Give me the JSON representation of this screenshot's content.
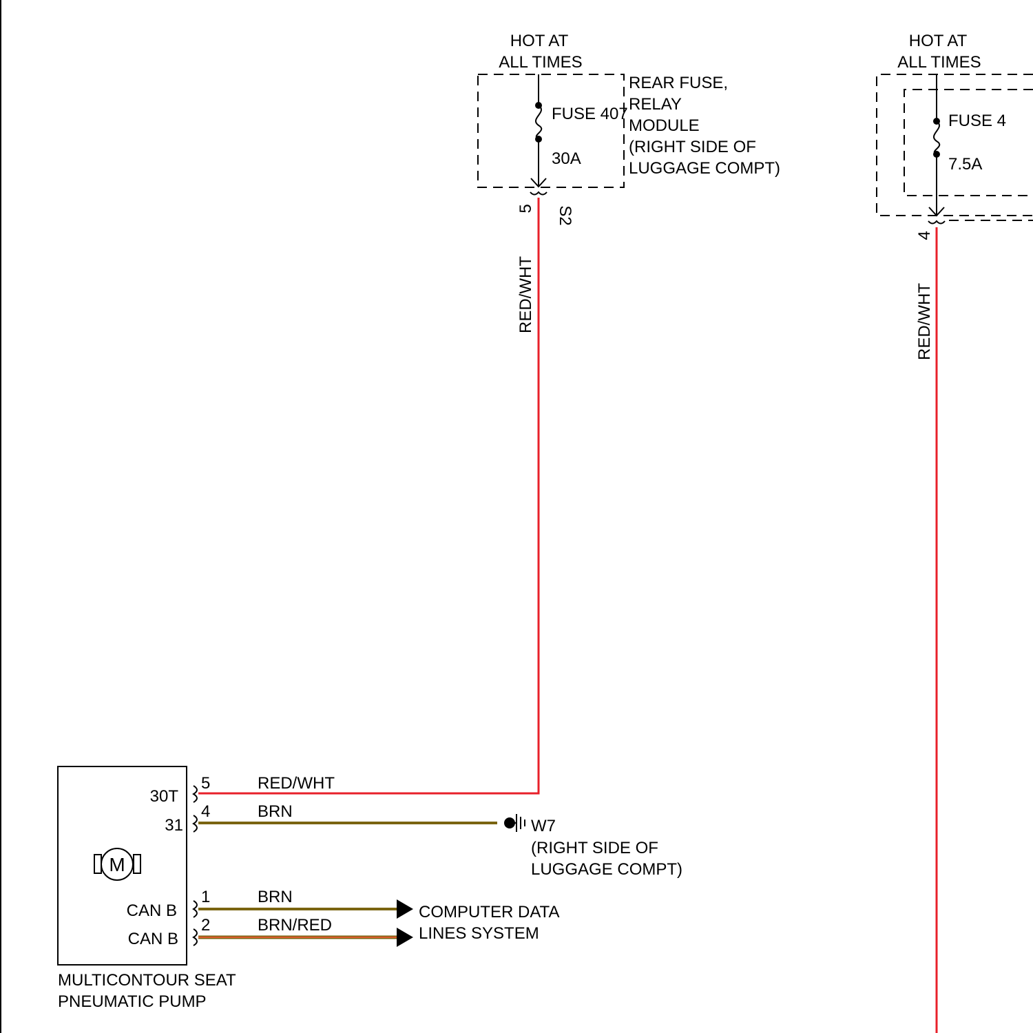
{
  "fuse_a": {
    "hot_line1": "HOT AT",
    "hot_line2": "ALL TIMES",
    "name": "FUSE 407",
    "rating": "30A",
    "module_lines": [
      "REAR FUSE,",
      "RELAY",
      "MODULE",
      "(RIGHT SIDE OF",
      "LUGGAGE COMPT)"
    ],
    "pin": "5",
    "connector": "S2",
    "wire_label": "RED/WHT"
  },
  "fuse_b": {
    "hot_line1": "HOT AT",
    "hot_line2": "ALL TIMES",
    "name": "FUSE 4",
    "rating": "7.5A",
    "pin": "4",
    "wire_label": "RED/WHT"
  },
  "pump": {
    "name_line1": "MULTICONTOUR SEAT",
    "name_line2": "PNEUMATIC PUMP",
    "motor_symbol": "M",
    "terminals": [
      {
        "label": "30T",
        "pin": "5",
        "wire": "RED/WHT"
      },
      {
        "label": "31",
        "pin": "4",
        "wire": "BRN"
      },
      {
        "label": "CAN B",
        "pin": "1",
        "wire": "BRN"
      },
      {
        "label": "CAN B",
        "pin": "2",
        "wire": "BRN/RED"
      }
    ]
  },
  "ground": {
    "id": "W7",
    "line2": "(RIGHT SIDE OF",
    "line3": "LUGGAGE COMPT)"
  },
  "data_lines": {
    "line1": "COMPUTER DATA",
    "line2": "LINES SYSTEM"
  },
  "colors": {
    "red_wht": "#e8202a",
    "brn": "#7a6410",
    "red_stripe": "#ff5a3a"
  }
}
